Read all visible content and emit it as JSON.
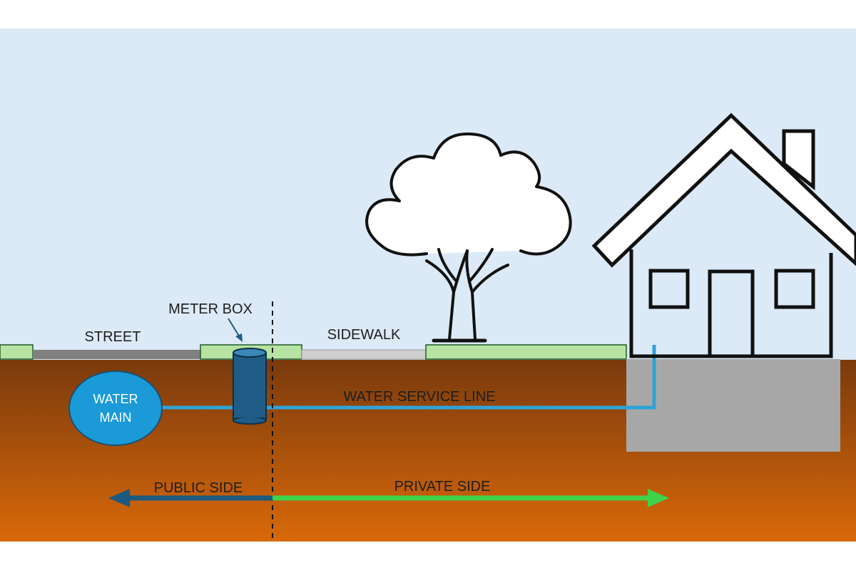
{
  "labels": {
    "street": "STREET",
    "meter_box": "METER BOX",
    "sidewalk": "SIDEWALK",
    "water_main_line1": "WATER",
    "water_main_line2": "MAIN",
    "water_service_line": "WATER SERVICE LINE",
    "public_side": "PUBLIC SIDE",
    "private_side": "PRIVATE SIDE"
  },
  "colors": {
    "sky": "#dce9f6",
    "grass": "#b7e3a3",
    "street": "#808080",
    "sidewalk": "#d0d0d0",
    "soil_top": "#7a3a0c",
    "soil_bottom": "#d9690a",
    "foundation": "#a7a7a7",
    "pipe": "#2ea3d8",
    "meter_box": "#1f5d86",
    "water_main": "#1a9ad7",
    "public_arrow": "#1d5a80",
    "private_arrow": "#3fd24a",
    "outline": "#111111"
  }
}
